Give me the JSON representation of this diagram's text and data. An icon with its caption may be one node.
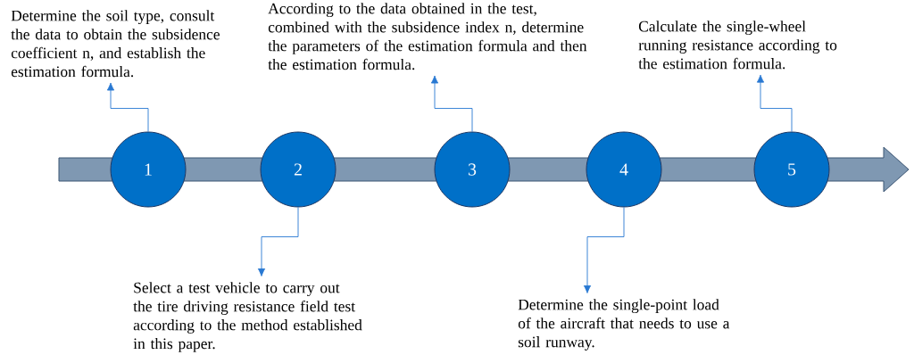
{
  "diagram": {
    "nodes": [
      {
        "text": [
          "1"
        ]
      },
      {
        "text": [
          "2"
        ]
      },
      {
        "text": [
          "3"
        ]
      },
      {
        "text": [
          "4"
        ]
      },
      {
        "text": [
          "5"
        ]
      },
      {
        "text": [
          "Determine the soil type, consult the data to obtain the subsidence coefficient n, and establish the estimation formula."
        ]
      },
      {
        "text": [
          "Select a test vehicle to carry out the tire driving resistance field test according to the method established in this paper."
        ]
      },
      {
        "text": [
          "According to the data obtained in the test, combined with the subsidence index n, determine the parameters of the estimation formula and then the estimation formula."
        ]
      },
      {
        "text": [
          "Determine the single-point load of the aircraft that needs to use a soil runway."
        ]
      },
      {
        "text": [
          "Calculate the single-wheel running resistance according to the estimation formula."
        ]
      }
    ],
    "edges": [
      {
        "from": 0,
        "to": 5,
        "arrow": "to"
      },
      {
        "from": 1,
        "to": 6,
        "arrow": "to"
      },
      {
        "from": 2,
        "to": 7,
        "arrow": "to"
      },
      {
        "from": 3,
        "to": 8,
        "arrow": "to"
      },
      {
        "from": 4,
        "to": 9,
        "arrow": "to"
      }
    ]
  }
}
